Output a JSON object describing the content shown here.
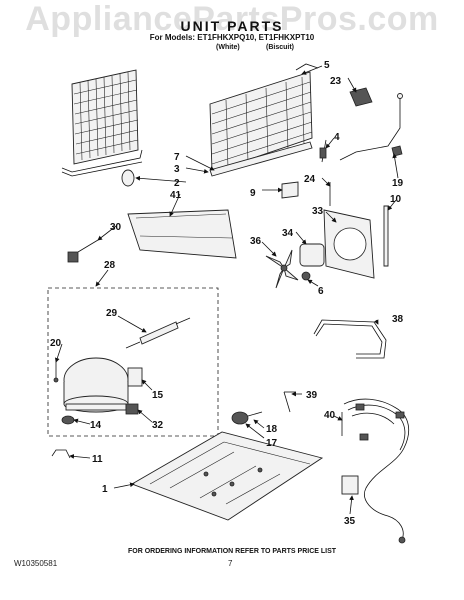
{
  "watermark": "AppliancePartsPros.com",
  "title": "UNIT PARTS",
  "models": "For Models: ET1FHKXPQ10, ET1FHKXPT10",
  "color_white": "(White)",
  "color_biscuit": "(Biscuit)",
  "footer_note": "FOR ORDERING INFORMATION REFER TO PARTS PRICE LIST",
  "doc_number": "W10350581",
  "page_number": "7",
  "callouts": {
    "c1": "1",
    "c2": "2",
    "c3": "3",
    "c4": "4",
    "c5": "5",
    "c6": "6",
    "c7": "7",
    "c9": "9",
    "c10": "10",
    "c11": "11",
    "c14": "14",
    "c15": "15",
    "c17": "17",
    "c18": "18",
    "c19": "19",
    "c20": "20",
    "c23": "23",
    "c24": "24",
    "c28": "28",
    "c29": "29",
    "c30": "30",
    "c32": "32",
    "c33": "33",
    "c34": "34",
    "c35": "35",
    "c36": "36",
    "c38": "38",
    "c39": "39",
    "c40": "40",
    "c41": "41"
  }
}
